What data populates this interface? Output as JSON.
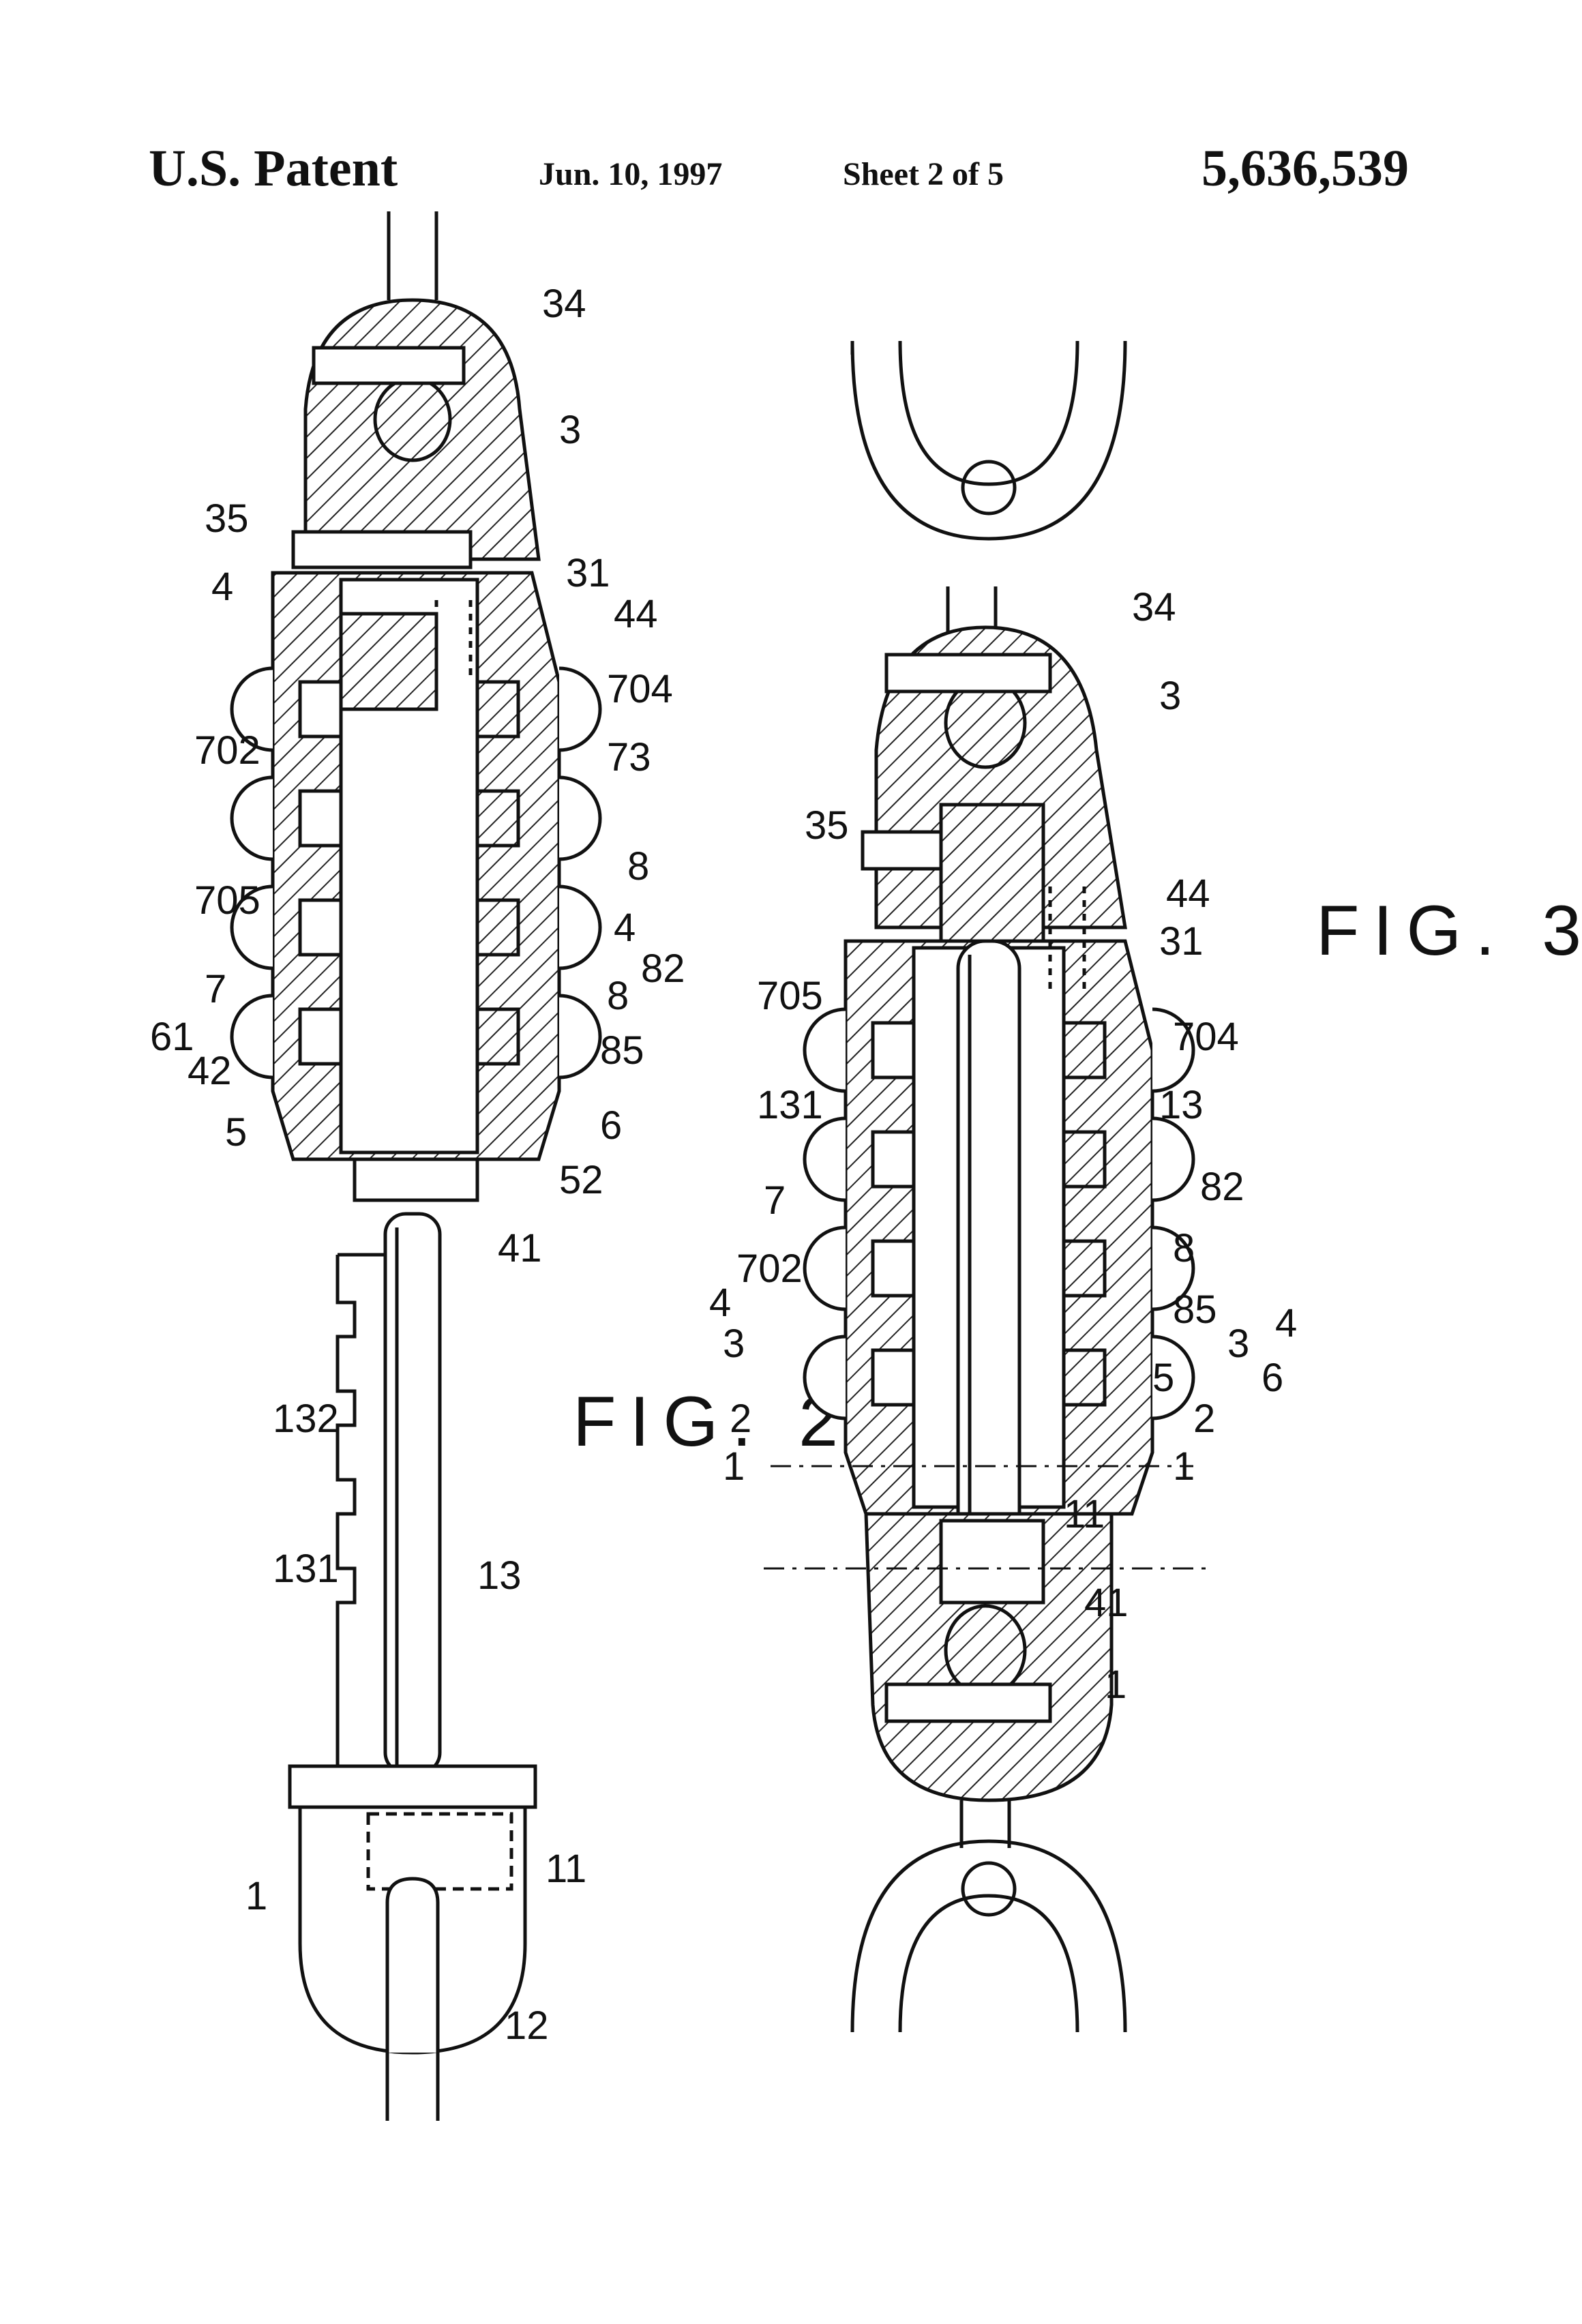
{
  "header": {
    "patent_label": "U.S. Patent",
    "date": "Jun. 10, 1997",
    "sheet": "Sheet 2 of 5",
    "patent_number": "5,636,539"
  },
  "figures": {
    "fig2": {
      "caption": "FIG. 2",
      "labels": {
        "l34": "34",
        "l3": "3",
        "l35": "35",
        "l4a": "4",
        "l31": "31",
        "l44": "44",
        "l702": "702",
        "l704": "704",
        "l73": "73",
        "l705": "705",
        "l8a": "8",
        "l4b": "4",
        "l7": "7",
        "l82": "82",
        "l61": "61",
        "l8b": "8",
        "l42": "42",
        "l85": "85",
        "l5": "5",
        "l6": "6",
        "l52": "52",
        "l41": "41",
        "l132": "132",
        "l131": "131",
        "l13": "13",
        "l11": "11",
        "l1": "1",
        "l12": "12"
      }
    },
    "fig3": {
      "caption": "FIG. 3",
      "labels": {
        "l34": "34",
        "l3": "3",
        "l35": "35",
        "l44": "44",
        "l31": "31",
        "l705": "705",
        "l704": "704",
        "l131": "131",
        "l13": "13",
        "l7": "7",
        "l82": "82",
        "l702": "702",
        "l8": "8",
        "l85": "85",
        "l4a": "4",
        "l3a": "3",
        "l4b": "4",
        "l3b": "3",
        "l5": "5",
        "l6": "6",
        "l1a": "1",
        "l2a": "2",
        "l1b": "1",
        "l2b": "2",
        "l11": "11",
        "l41": "41",
        "l1": "1"
      }
    }
  }
}
